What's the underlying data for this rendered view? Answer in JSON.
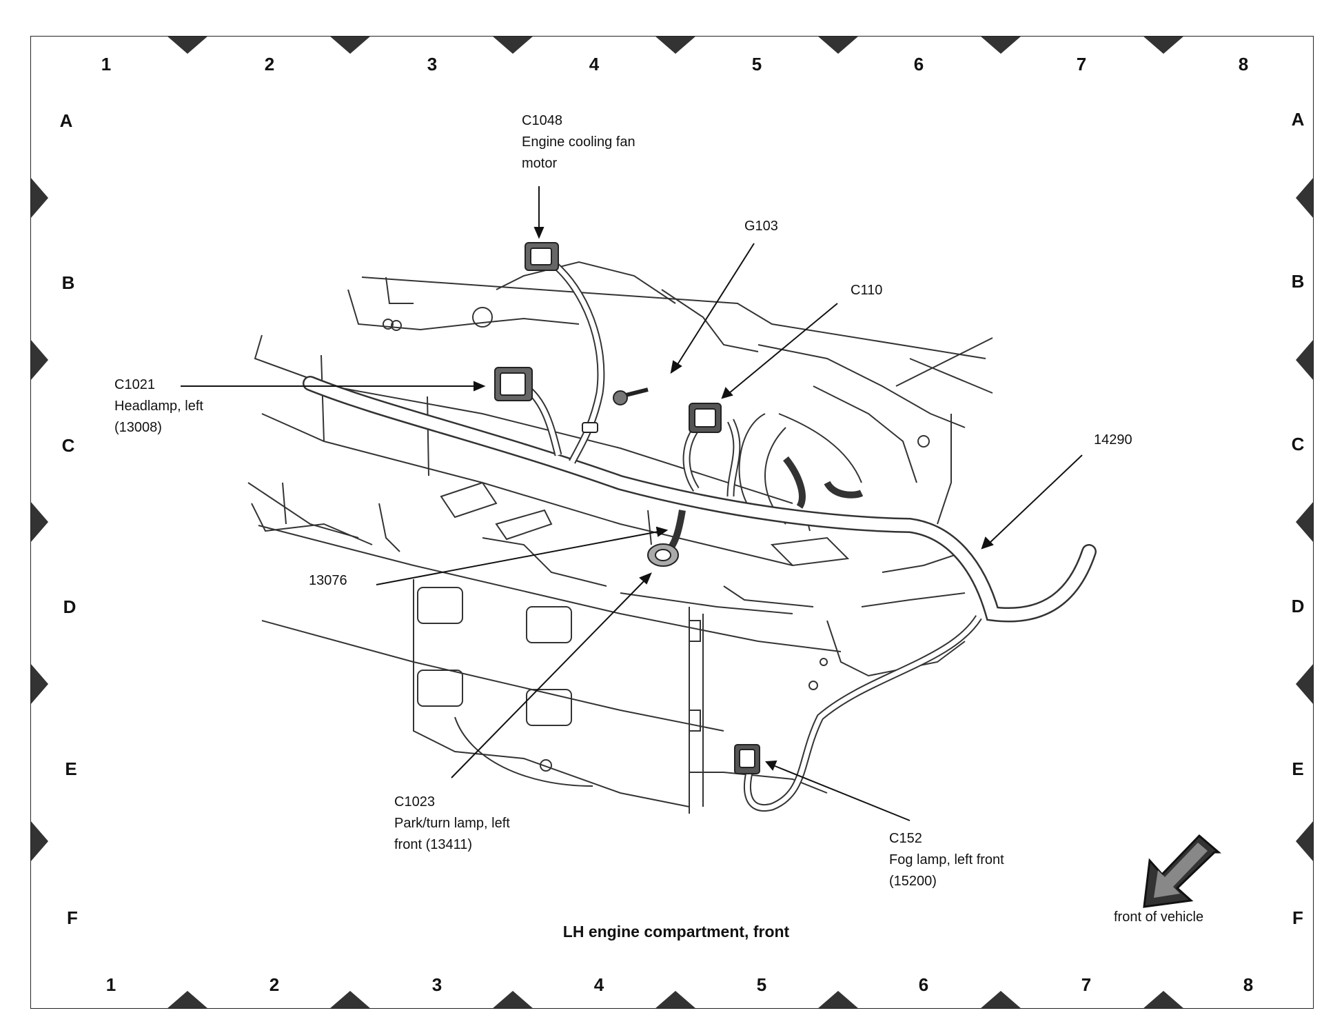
{
  "grid": {
    "columns": [
      "1",
      "2",
      "3",
      "4",
      "5",
      "6",
      "7",
      "8"
    ],
    "rows": [
      "A",
      "B",
      "C",
      "D",
      "E",
      "F"
    ]
  },
  "callouts": {
    "c1048": {
      "code": "C1048",
      "desc_line1": "Engine cooling fan",
      "desc_line2": "motor"
    },
    "g103": {
      "code": "G103"
    },
    "c110": {
      "code": "C110"
    },
    "c1021": {
      "code": "C1021",
      "desc_line1": "Headlamp, left",
      "desc_line2": "(13008)"
    },
    "p14290": {
      "code": "14290"
    },
    "p13076": {
      "code": "13076"
    },
    "c1023": {
      "code": "C1023",
      "desc_line1": "Park/turn lamp, left",
      "desc_line2": "front (13411)"
    },
    "c152": {
      "code": "C152",
      "desc_line1": "Fog lamp, left front",
      "desc_line2": "(15200)"
    }
  },
  "title": "LH engine compartment, front",
  "direction_label": "front of vehicle",
  "colors": {
    "line": "#222222",
    "marker": "#333333",
    "background": "#ffffff"
  },
  "icons": {
    "direction": "direction-arrow-icon"
  }
}
